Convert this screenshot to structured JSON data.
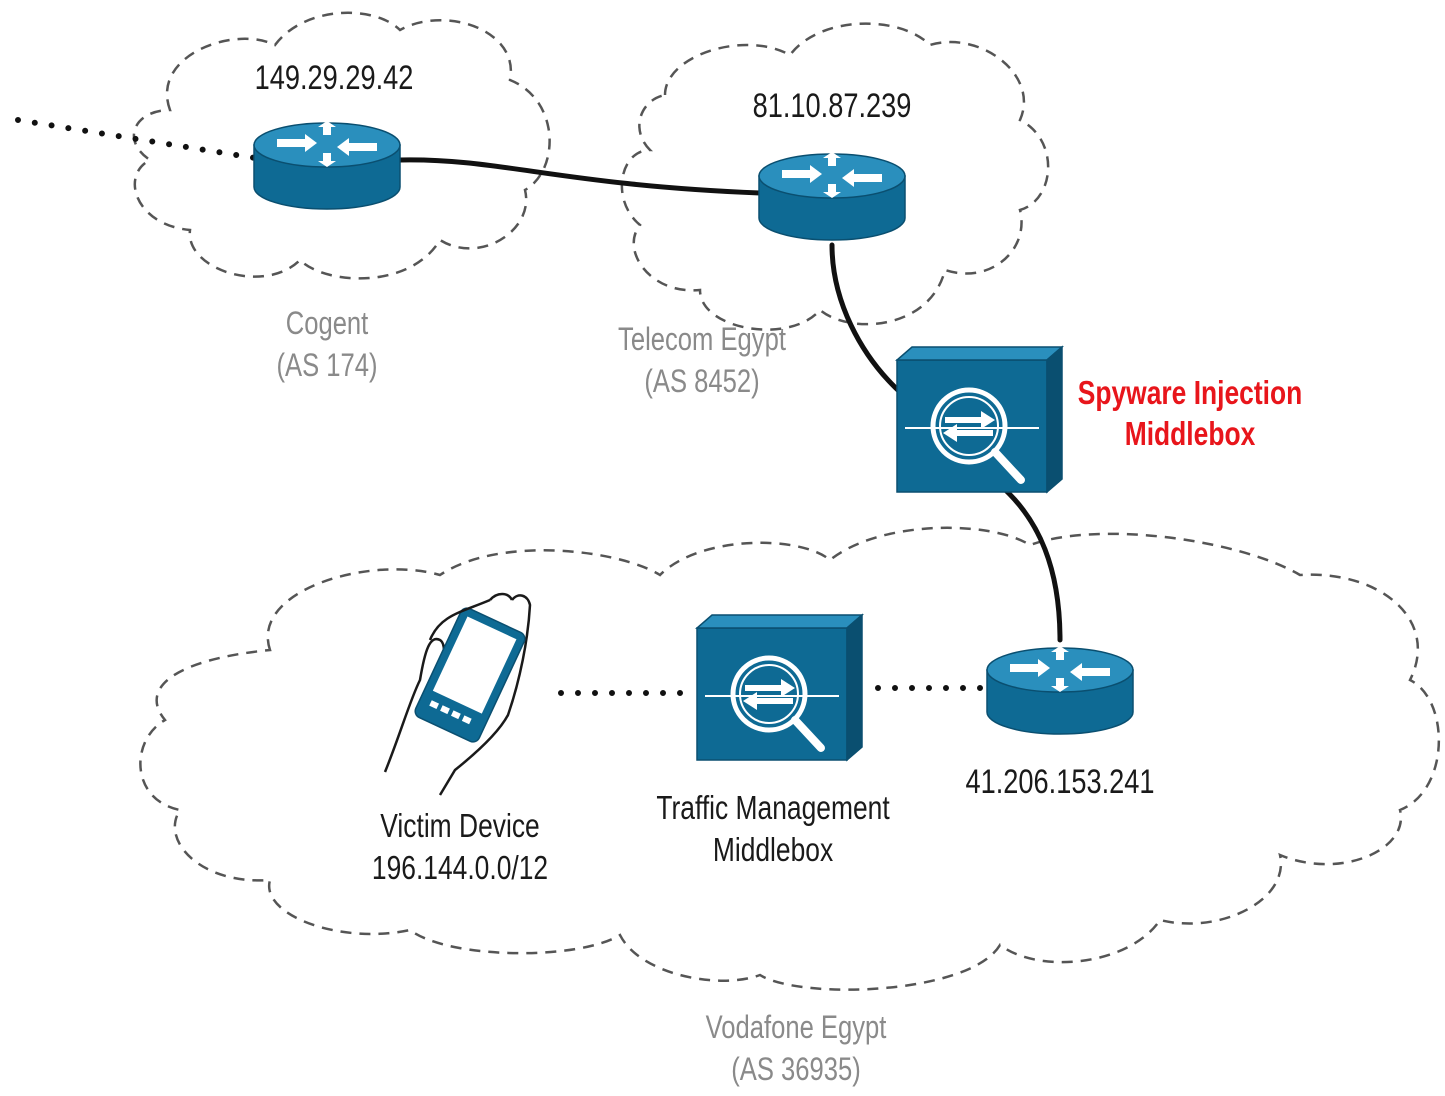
{
  "colors": {
    "device_fill": "#0e6a94",
    "device_top": "#2a8fbd",
    "device_edge": "#0a4f70",
    "link": "#111111",
    "cloud_stroke": "#555555",
    "network_label": "#8a8a8a",
    "alert": "#e8151b"
  },
  "networks": {
    "cogent": {
      "name": "Cogent",
      "as": "(AS 174)"
    },
    "telecom": {
      "name": "Telecom Egypt",
      "as": "(AS 8452)"
    },
    "vodafone": {
      "name": "Vodafone Egypt",
      "as": "(AS 36935)"
    }
  },
  "routers": {
    "cogent_router": {
      "ip": "149.29.29.42",
      "icon": "router-icon"
    },
    "telecom_router": {
      "ip": "81.10.87.239",
      "icon": "router-icon"
    },
    "vodafone_router": {
      "ip": "41.206.153.241",
      "icon": "router-icon"
    }
  },
  "middleboxes": {
    "spyware": {
      "line1": "Spyware Injection",
      "line2": "Middlebox",
      "icon": "middlebox-icon"
    },
    "traffic": {
      "line1": "Traffic Management",
      "line2": "Middlebox",
      "icon": "middlebox-icon"
    }
  },
  "victim": {
    "line1": "Victim Device",
    "line2": "196.144.0.0/12",
    "icon": "hand-phone-icon"
  },
  "links": [
    {
      "from": "external",
      "to": "cogent_router",
      "style": "dotted"
    },
    {
      "from": "cogent_router",
      "to": "telecom_router",
      "style": "solid"
    },
    {
      "from": "telecom_router",
      "to": "spyware",
      "style": "solid"
    },
    {
      "from": "spyware",
      "to": "vodafone_router",
      "style": "solid"
    },
    {
      "from": "vodafone_router",
      "to": "traffic",
      "style": "dotted"
    },
    {
      "from": "traffic",
      "to": "victim",
      "style": "dotted"
    }
  ]
}
